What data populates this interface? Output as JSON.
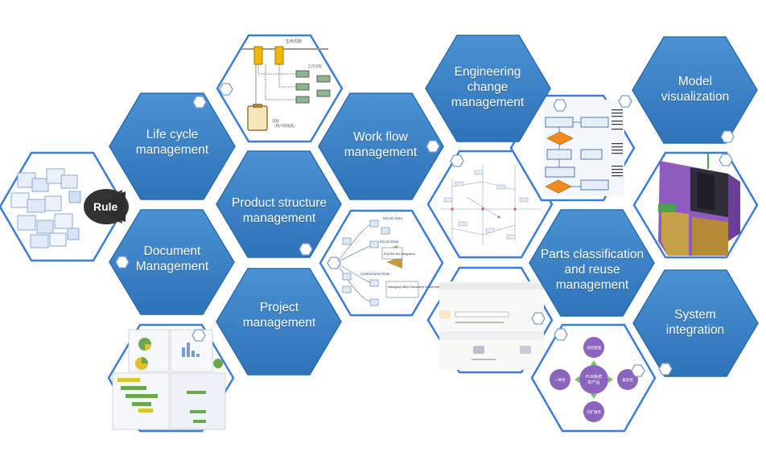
{
  "colors": {
    "hex_fill": "#3b82c7",
    "hex_border": "#1d5fa3",
    "outline": "#3b7dd8",
    "badge_fill": "#ffffff"
  },
  "rule": {
    "label": "Rule"
  },
  "modules": {
    "lifecycle": "Life cycle\nmanagement",
    "document": "Document\nManagement",
    "product_structure": "Product structure\nmanagement",
    "project": "Project\nmanagement",
    "workflow": "Work flow\nmanagement",
    "engineering_change": "Engineering\nchange\nmanagement",
    "parts": "Parts classification\nand reuse\nmanagement",
    "model_viz": "Model\nvisualization",
    "system_integration": "System\nintegration"
  },
  "thumbs": {
    "lifecycle_title": "生命周期",
    "lifecycle_sub": "工作流程",
    "lifecycle_role": "流程\n（用户和角色）",
    "ps_labels": [
      "MCAD Data",
      "ECAD Data",
      "Unstructured Data",
      "EDA/MCAD Integration",
      "Managing Office Documents & Information"
    ],
    "plm_center": "PLM系统\n的产品",
    "plm_nodes": [
      "流程管理",
      "一致性",
      "兼容性",
      "可扩展性"
    ]
  }
}
